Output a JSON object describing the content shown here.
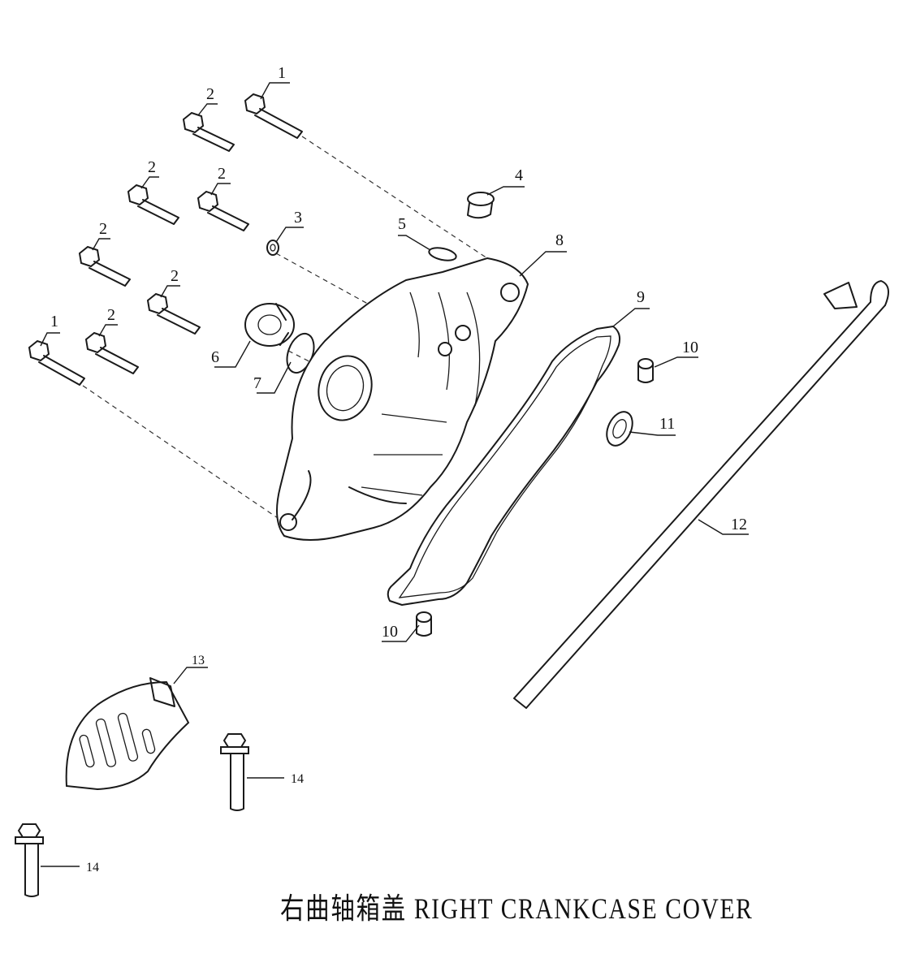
{
  "title": "右曲轴箱盖 RIGHT CRANKCASE COVER",
  "callouts": {
    "c1a": "1",
    "c1b": "1",
    "c2a": "2",
    "c2b": "2",
    "c2c": "2",
    "c2d": "2",
    "c2e": "2",
    "c2f": "2",
    "c3": "3",
    "c4": "4",
    "c5": "5",
    "c6": "6",
    "c7": "7",
    "c8": "8",
    "c9": "9",
    "c10a": "10",
    "c10b": "10",
    "c11": "11",
    "c12": "12",
    "c13": "13",
    "c14a": "14",
    "c14b": "14"
  }
}
